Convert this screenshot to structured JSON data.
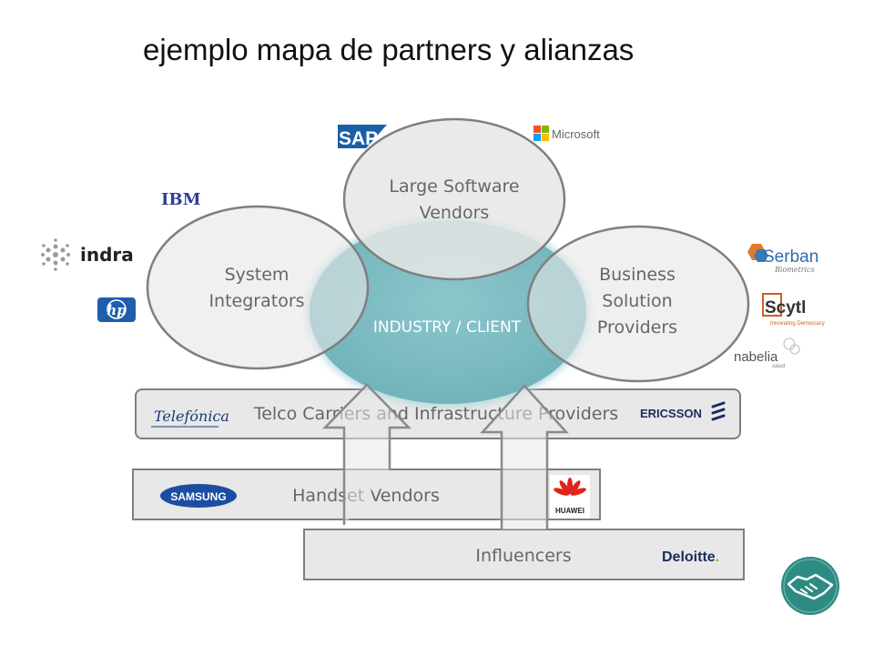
{
  "title": "ejemplo mapa de partners y alianzas",
  "circles": {
    "center": "INDUSTRY / CLIENT",
    "large_software": [
      "Large Software",
      "Vendors"
    ],
    "system_integrators": [
      "System",
      "Integrators"
    ],
    "business_solution": [
      "Business",
      "Solution",
      "Providers"
    ]
  },
  "bands": {
    "telco": "Telco Carriers and Infrastructure Providers",
    "handset": "Handset Vendors",
    "influencers": "Influencers"
  },
  "logos": {
    "sap": "SAP",
    "microsoft": "Microsoft",
    "ibm": "IBM",
    "indra": "indra",
    "hp": "hp",
    "serban": "Serban",
    "serban_sub": "Biometrics",
    "scytl": "Scytl",
    "scytl_sub": "Innovating Democracy",
    "nabelia": "nabelia",
    "nabelia_sub": "salud",
    "telefonica": "Telefónica",
    "ericsson": "ERICSSON",
    "samsung": "SAMSUNG",
    "huawei": "HUAWEI",
    "deloitte": "Deloitte",
    "deloitte_dot": "."
  },
  "colors": {
    "teal": "#74b6bd",
    "gray_circle": "#e6e6e6",
    "outline": "#7f7f7f",
    "icon_teal": "#2e8b82",
    "sap_blue": "#1a5ea8",
    "microsoft": [
      "#f25022",
      "#7fba00",
      "#00a4ef",
      "#ffb900"
    ]
  }
}
